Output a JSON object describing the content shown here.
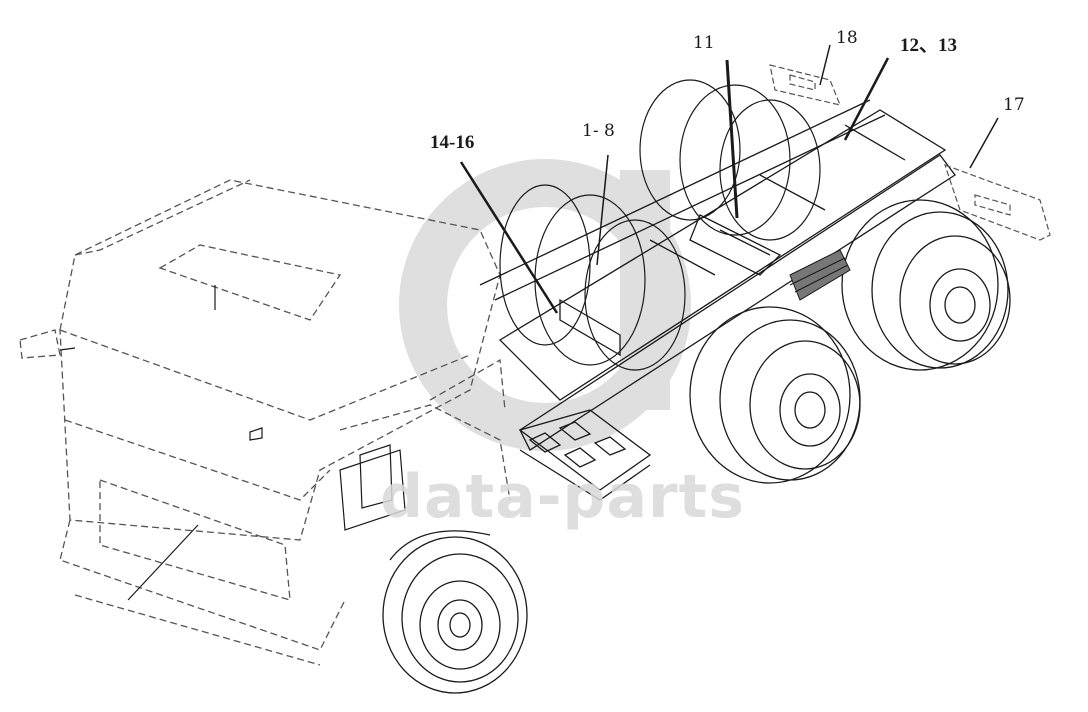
{
  "figure": {
    "callouts": [
      {
        "id": "c-11",
        "text": "11"
      },
      {
        "id": "c-18",
        "text": "18"
      },
      {
        "id": "c-12-13",
        "text": "12、13"
      },
      {
        "id": "c-17",
        "text": "17"
      },
      {
        "id": "c-1-8",
        "text": "1- 8"
      },
      {
        "id": "c-14-16",
        "text": "14-16"
      }
    ],
    "watermark": {
      "text": "data-parts",
      "color": "#d9d9d9"
    },
    "colors": {
      "line": "#1a1a1a",
      "dashed": "#555555",
      "watermark": "#dcdcdc",
      "background": "#ffffff"
    }
  }
}
